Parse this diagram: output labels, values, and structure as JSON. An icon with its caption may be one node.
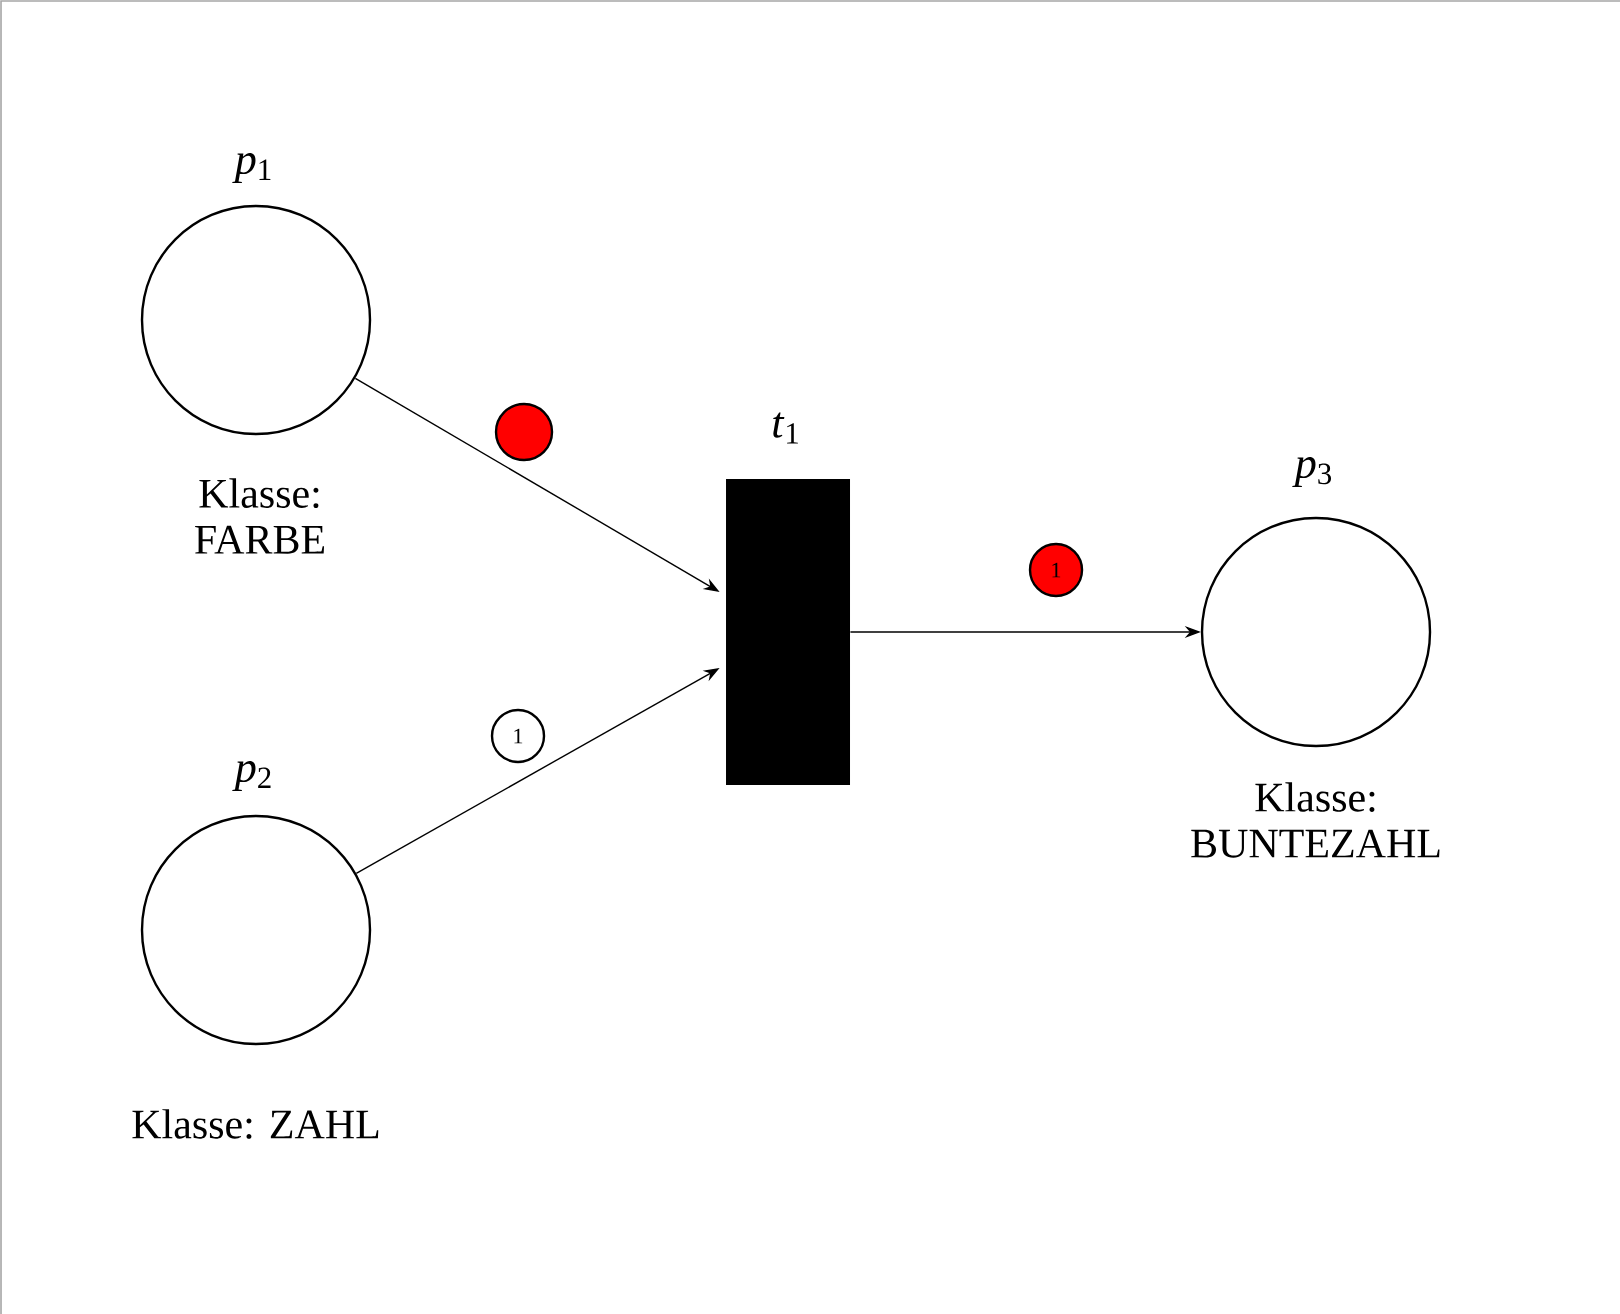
{
  "diagram": {
    "nodes": [
      {
        "text": [
          "*p*$_{1}$",
          "Klasse: FARBE"
        ]
      },
      {
        "text": [
          "*p*$_{2}$",
          "Klasse: ZAHL"
        ]
      },
      {
        "text": [
          "*t*$_{1}$"
        ]
      },
      {
        "text": [
          "*p*$_{3}$",
          "Klasse: BUNTEZAHL"
        ]
      }
    ],
    "edges": [
      {
        "from": 0,
        "to": 2,
        "arrow": "to"
      },
      {
        "from": 1,
        "to": 2,
        "arrow": "to",
        "label": "1"
      },
      {
        "from": 2,
        "to": 3,
        "arrow": "to",
        "label": "1"
      }
    ]
  }
}
